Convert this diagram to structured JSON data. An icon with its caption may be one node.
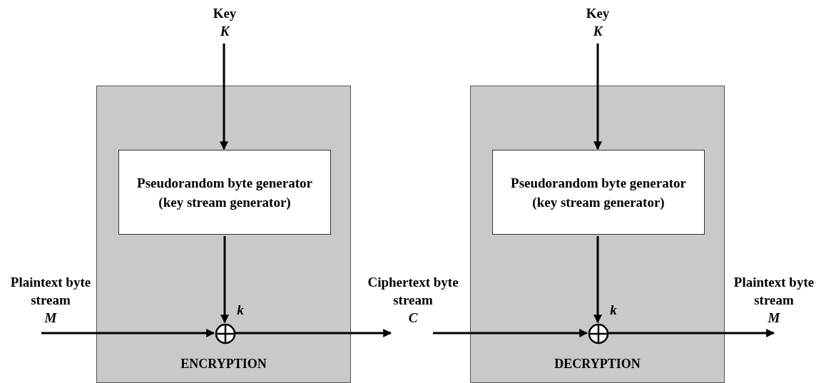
{
  "diagram": {
    "nodes": [
      {
        "text": [
          "Key",
          "K"
        ]
      },
      {
        "text": [
          "ENCRYPTION"
        ]
      },
      {
        "text": [
          "Pseudorandom byte generator (key stream generator)"
        ],
        "in": 1
      },
      {
        "text": [],
        "shape": "circle",
        "in": 1
      },
      {
        "text": [
          "Plaintext byte stream",
          "M"
        ]
      },
      {
        "text": [
          "Ciphertext byte stream",
          "C"
        ]
      },
      {
        "text": [
          "Key",
          "K"
        ]
      },
      {
        "text": [
          "DECRYPTION"
        ]
      },
      {
        "text": [
          "Pseudorandom byte generator (key stream generator)"
        ],
        "in": 7
      },
      {
        "text": [],
        "shape": "circle",
        "in": 7
      },
      {
        "text": [
          "Plaintext byte stream",
          "M"
        ]
      }
    ],
    "edges": [
      {
        "from": 0,
        "to": 2,
        "arrow": "to"
      },
      {
        "from": 2,
        "to": 3,
        "arrow": "to",
        "label": "k"
      },
      {
        "from": 4,
        "to": 3,
        "arrow": "to"
      },
      {
        "from": 3,
        "to": 5,
        "arrow": "to"
      },
      {
        "from": 6,
        "to": 8,
        "arrow": "to"
      },
      {
        "from": 8,
        "to": 9,
        "arrow": "to",
        "label": "k"
      },
      {
        "from": 5,
        "to": 9,
        "arrow": "to"
      },
      {
        "from": 9,
        "to": 10,
        "arrow": "to"
      }
    ]
  }
}
